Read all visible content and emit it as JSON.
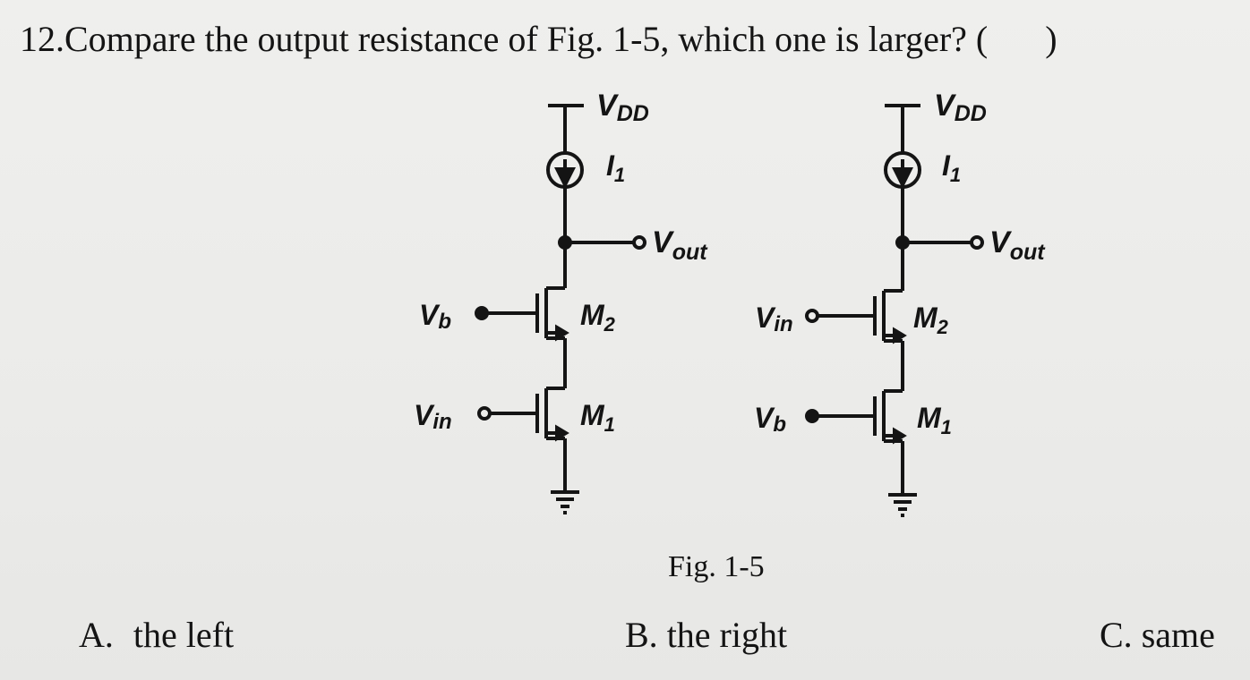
{
  "question": {
    "number": "12.",
    "text": "Compare the output resistance of Fig. 1-5, which one is larger? (",
    "close": ")"
  },
  "figure": {
    "caption": "Fig. 1-5",
    "left": {
      "supply": "V",
      "supply_sub": "DD",
      "source": "I",
      "source_sub": "1",
      "output": "V",
      "output_sub": "out",
      "top_gate": "V",
      "top_gate_sub": "b",
      "bottom_gate": "V",
      "bottom_gate_sub": "in",
      "top_transistor": "M",
      "top_transistor_sub": "2",
      "bottom_transistor": "M",
      "bottom_transistor_sub": "1"
    },
    "right": {
      "supply": "V",
      "supply_sub": "DD",
      "source": "I",
      "source_sub": "1",
      "output": "V",
      "output_sub": "out",
      "top_gate": "V",
      "top_gate_sub": "in",
      "bottom_gate": "V",
      "bottom_gate_sub": "b",
      "top_transistor": "M",
      "top_transistor_sub": "2",
      "bottom_transistor": "M",
      "bottom_transistor_sub": "1"
    }
  },
  "options": {
    "a": {
      "letter": "A.",
      "text": "the left"
    },
    "b": {
      "letter": "B.",
      "text": "the right"
    },
    "c": {
      "letter": "C.",
      "text": "same"
    }
  }
}
